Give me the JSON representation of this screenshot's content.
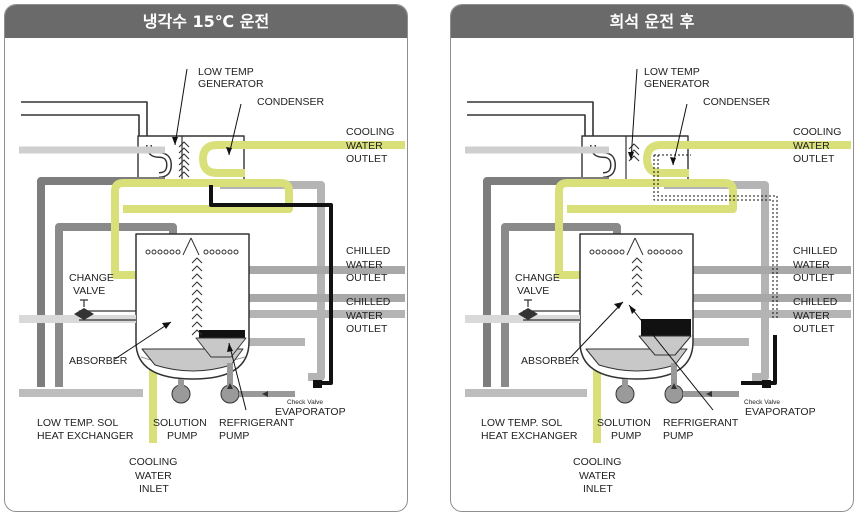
{
  "panels": [
    {
      "title": "냉각수 15℃ 운전",
      "labels": {
        "low_temp_generator": [
          "LOW TEMP",
          "GENERATOR"
        ],
        "condenser": "CONDENSER",
        "cooling_water_outlet": [
          "COOLING",
          "WATER",
          "OUTLET"
        ],
        "chilled_water_outlet_1": [
          "CHILLED",
          "WATER",
          "OUTLET"
        ],
        "chilled_water_outlet_2": [
          "CHILLED",
          "WATER",
          "OUTLET"
        ],
        "change_valve": [
          "CHANGE",
          "VALVE"
        ],
        "absorber": "ABSORBER",
        "check_valve": "Check Valve",
        "evaporator": "EVAPORATOP",
        "low_temp_sol_hx": [
          "LOW TEMP. SOL",
          "HEAT EXCHANGER"
        ],
        "solution_pump": [
          "SOLUTION",
          "PUMP"
        ],
        "refrigerant_pump": [
          "REFRIGERANT",
          "PUMP"
        ],
        "cooling_water_inlet": [
          "COOLING",
          "WATER",
          "INLET"
        ]
      }
    },
    {
      "title": "희석 운전 후",
      "labels": {
        "low_temp_generator": [
          "LOW TEMP",
          "GENERATOR"
        ],
        "condenser": "CONDENSER",
        "cooling_water_outlet": [
          "COOLING",
          "WATER",
          "OUTLET"
        ],
        "chilled_water_outlet_1": [
          "CHILLED",
          "WATER",
          "OUTLET"
        ],
        "chilled_water_outlet_2": [
          "CHILLED",
          "WATER",
          "OUTLET"
        ],
        "change_valve": [
          "CHANGE",
          "VALVE"
        ],
        "absorber": "ABSORBER",
        "check_valve": "Check Valve",
        "evaporator": "EVAPORATOP",
        "low_temp_sol_hx": [
          "LOW TEMP. SOL",
          "HEAT EXCHANGER"
        ],
        "solution_pump": [
          "SOLUTION",
          "PUMP"
        ],
        "refrigerant_pump": [
          "REFRIGERANT",
          "PUMP"
        ],
        "cooling_water_inlet": [
          "COOLING",
          "WATER",
          "INLET"
        ]
      }
    }
  ],
  "colors": {
    "cooling_water": "#d9e07a",
    "chilled_water": "#b4b4b4",
    "solution_dark": "#7d7d7d",
    "header": "#6a6a6a"
  }
}
